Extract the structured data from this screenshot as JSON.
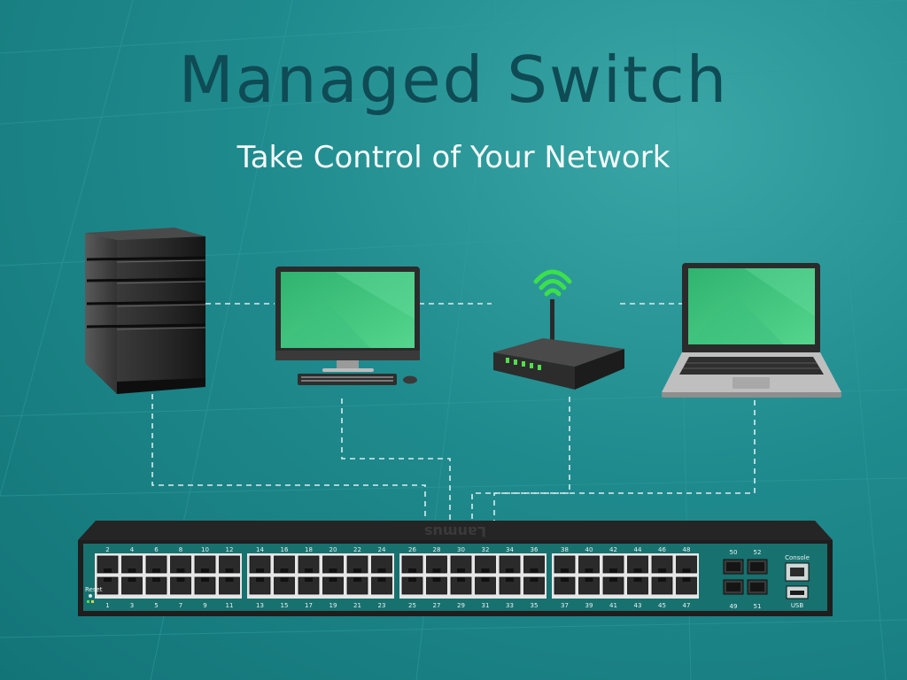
{
  "header": {
    "title": "Managed Switch",
    "subtitle": "Take Control of Your Network"
  },
  "colors": {
    "background": "#1f8a8d",
    "title": "#0f4b55",
    "subtitle": "#f4fbfb",
    "screen": "#39c27a",
    "wifi": "#3be04a",
    "switch_panel": "#17716f"
  },
  "devices": [
    {
      "name": "server",
      "icon": "server-tower-icon"
    },
    {
      "name": "desktop",
      "icon": "desktop-monitor-icon"
    },
    {
      "name": "router",
      "icon": "wifi-router-icon"
    },
    {
      "name": "laptop",
      "icon": "laptop-icon"
    }
  ],
  "switch": {
    "brand": "Lanmus",
    "reset_label": "Reset",
    "port_groups": [
      {
        "top": [
          "2",
          "4",
          "6",
          "8",
          "10",
          "12"
        ],
        "bottom": [
          "1",
          "3",
          "5",
          "7",
          "9",
          "11"
        ]
      },
      {
        "top": [
          "14",
          "16",
          "18",
          "20",
          "22",
          "24"
        ],
        "bottom": [
          "13",
          "15",
          "17",
          "19",
          "21",
          "23"
        ]
      },
      {
        "top": [
          "26",
          "28",
          "30",
          "32",
          "34",
          "36"
        ],
        "bottom": [
          "25",
          "27",
          "29",
          "31",
          "33",
          "35"
        ]
      },
      {
        "top": [
          "38",
          "40",
          "42",
          "44",
          "46",
          "48"
        ],
        "bottom": [
          "37",
          "39",
          "41",
          "43",
          "45",
          "47"
        ]
      }
    ],
    "sfp": {
      "top": [
        "50",
        "52"
      ],
      "bottom": [
        "49",
        "51"
      ]
    },
    "console_label": "Console",
    "usb_label": "USB"
  }
}
